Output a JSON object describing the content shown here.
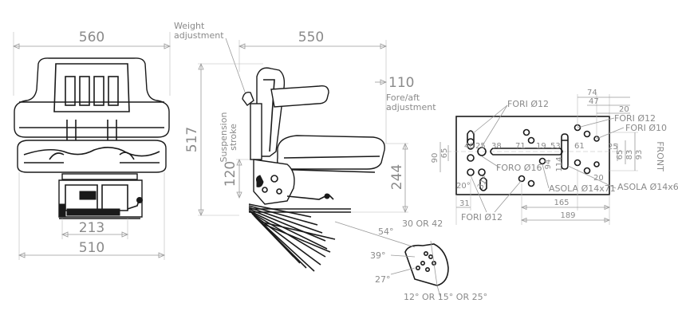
{
  "front_view": {
    "width_top": "560",
    "width_bottom": "510",
    "mount_width": "213"
  },
  "side_view": {
    "depth": "550",
    "fore_aft_travel": "110",
    "height_total": "517",
    "suspension_travel": "120",
    "seat_height": "244",
    "weight_adjustment_label": [
      "Weight",
      "adjustment"
    ],
    "fore_aft_label": [
      "Fore/aft",
      "adjustment"
    ],
    "suspension_label": [
      "Suspension",
      "stroke"
    ]
  },
  "backrest_angles": {
    "a1": "54°",
    "a2": "39°",
    "a3": "27°",
    "range_top": "30 OR 42",
    "range_bottom": "12° OR 15° OR 25°"
  },
  "base_plate": {
    "front_label": "FRONT",
    "fori12_top": "FORI Ø12",
    "fori12_right": "FORI Ø12",
    "fori10": "FORI Ø10",
    "foro16": "FORO Ø16",
    "asola_14x71": "ASOLA Ø14x71",
    "asola_14x61": "ASOLA Ø14x61",
    "fori12_bottom": "FORI Ø12",
    "dims": {
      "d74": "74",
      "d47": "47",
      "d20": "20",
      "d25": "25",
      "d65": "65",
      "d83": "83",
      "d93": "93",
      "d90": "90",
      "d65b": "65",
      "d40": "40",
      "d25b": "25",
      "d38": "38",
      "d71": "71",
      "d19": "19",
      "d53": "53",
      "d61": "61",
      "d94": "94",
      "d114": "114",
      "d20b": "20",
      "d31": "31",
      "d165": "165",
      "d189": "189",
      "ang20": "20°",
      "ang31": "31°"
    }
  }
}
